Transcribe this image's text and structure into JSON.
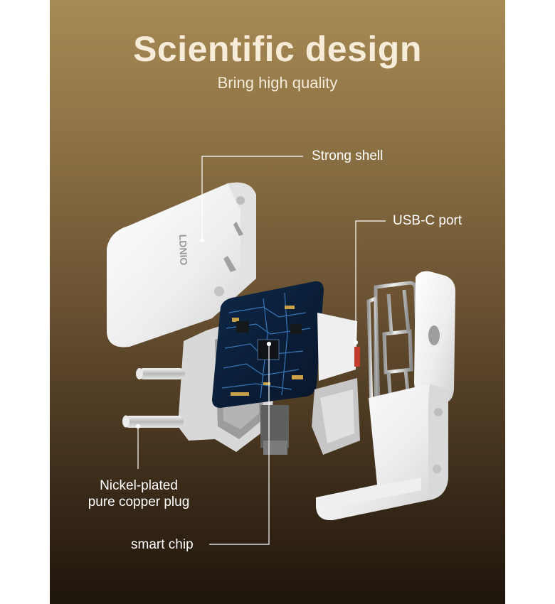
{
  "header": {
    "title": "Scientific design",
    "subtitle": "Bring high quality"
  },
  "callouts": {
    "shell": "Strong shell",
    "port": "USB-C port",
    "plug_line1": "Nickel-plated",
    "plug_line2": "pure copper plug",
    "chip": "smart chip"
  },
  "brand": {
    "logo_text": "LDNIO"
  },
  "colors": {
    "background_top": "#a78a54",
    "background_bottom": "#1e150c",
    "title_text": "#f7ecd9",
    "callout_line": "#ffffff"
  }
}
